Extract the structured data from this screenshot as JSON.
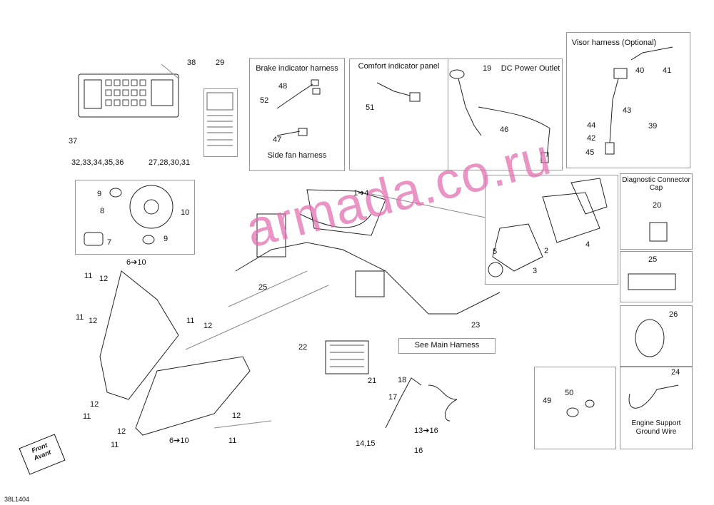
{
  "diagram_code": "38L1404",
  "watermark": "armada.co.ru",
  "front_label": [
    "Front",
    "Avant"
  ],
  "panels": {
    "brake_indicator": {
      "title": "Brake indicator harness",
      "sub": "Side fan harness"
    },
    "comfort_indicator": {
      "title": "Comfort indicator panel"
    },
    "dc_outlet": {
      "title": "DC Power Outlet"
    },
    "visor": {
      "title": "Visor harness (Optional)"
    },
    "diagnostic": {
      "title": "Diagnostic Connector Cap"
    },
    "engine_ground": {
      "title": "Engine Support Ground Wire"
    },
    "main_harness": {
      "title": "See Main Harness"
    }
  },
  "callouts": {
    "c38": "38",
    "c29": "29",
    "c37": "37",
    "c32": "32,33,34,35,36",
    "c27": "27,28,30,31",
    "c48": "48",
    "c52": "52",
    "c47": "47",
    "c51": "51",
    "c19": "19",
    "c46": "46",
    "c40": "40",
    "c41": "41",
    "c43": "43",
    "c44": "44",
    "c42": "42",
    "c45": "45",
    "c39": "39",
    "c9a": "9",
    "c8": "8",
    "c10": "10",
    "c7": "7",
    "c9b": "9",
    "c6to10a": "6➔10",
    "c1to4": "1➔4",
    "c25a": "25",
    "c5": "5",
    "c2": "2",
    "c3": "3",
    "c4": "4",
    "c20": "20",
    "c25b": "25",
    "c26": "26",
    "c24": "24",
    "c11a": "11",
    "c12a": "12",
    "c11b": "11",
    "c12b": "12",
    "c11c": "11",
    "c12c": "12",
    "c12d": "12",
    "c11d": "11",
    "c12e": "12",
    "c11e": "11",
    "c12f": "12",
    "c11f": "11",
    "c6to10b": "6➔10",
    "c22": "22",
    "c21": "21",
    "c23": "23",
    "c18": "18",
    "c17": "17",
    "c13to16": "13➔16",
    "c1415": "14,15",
    "c16": "16",
    "c49": "49",
    "c50": "50"
  }
}
